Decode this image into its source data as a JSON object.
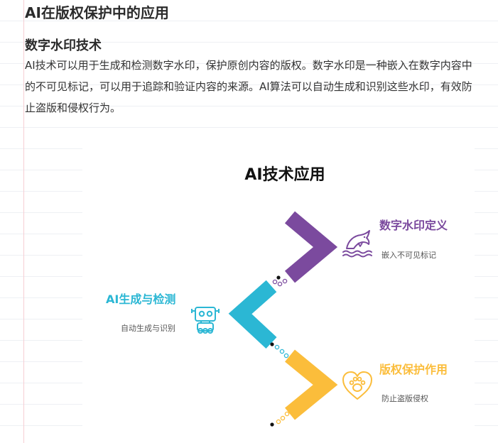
{
  "document": {
    "title": "AI在版权保护中的应用",
    "section_heading": "数字水印技术",
    "paragraph": "AI技术可以用于生成和检测数字水印，保护原创内容的版权。数字水印是一种嵌入在数字内容中的不可见标记，可以用于追踪和验证内容的来源。AI算法可以自动生成和识别这些水印，有效防止盗版和侵权行为。"
  },
  "diagram": {
    "title": "AI技术应用",
    "steps": [
      {
        "title": "数字水印定义",
        "description": "嵌入不可见标记",
        "color": "#7b4a9e",
        "icon": "dolphin-icon"
      },
      {
        "title": "AI生成与检测",
        "description": "自动生成与识别",
        "color": "#2bb7d4",
        "icon": "robot-icon"
      },
      {
        "title": "版权保护作用",
        "description": "防止盗版侵权",
        "color": "#fbbd3b",
        "icon": "heart-paw-icon"
      }
    ]
  }
}
